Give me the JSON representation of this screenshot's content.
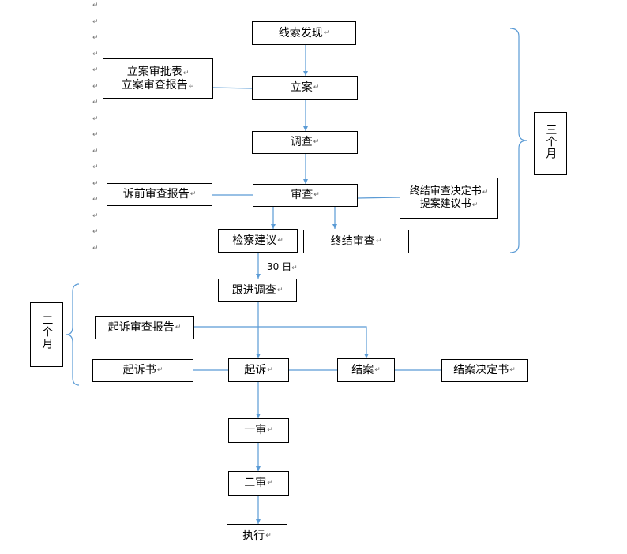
{
  "nodes": {
    "clue": "线索发现",
    "filing": "立案",
    "filing_doc_1": "立案审批表",
    "filing_doc_2": "立案审查报告",
    "investigate": "调查",
    "review": "审查",
    "pre_suit_report": "诉前审查报告",
    "final_doc_1": "终结审查决定书",
    "final_doc_2": "提案建议书",
    "procuratorial_advice": "检察建议",
    "final_review": "终结审查",
    "follow_up": "跟进调查",
    "suit_review_report": "起诉审查报告",
    "indictment": "起诉书",
    "suit": "起诉",
    "close_case": "结案",
    "close_decision": "结案决定书",
    "first_trial": "一审",
    "second_trial": "二审",
    "execution": "执行"
  },
  "labels": {
    "days_30": "30 日",
    "three_months": "三个月",
    "two_months": "二个月"
  },
  "paragraph_mark": "↵",
  "colors": {
    "connector": "#5b9bd5",
    "border": "#000000"
  }
}
